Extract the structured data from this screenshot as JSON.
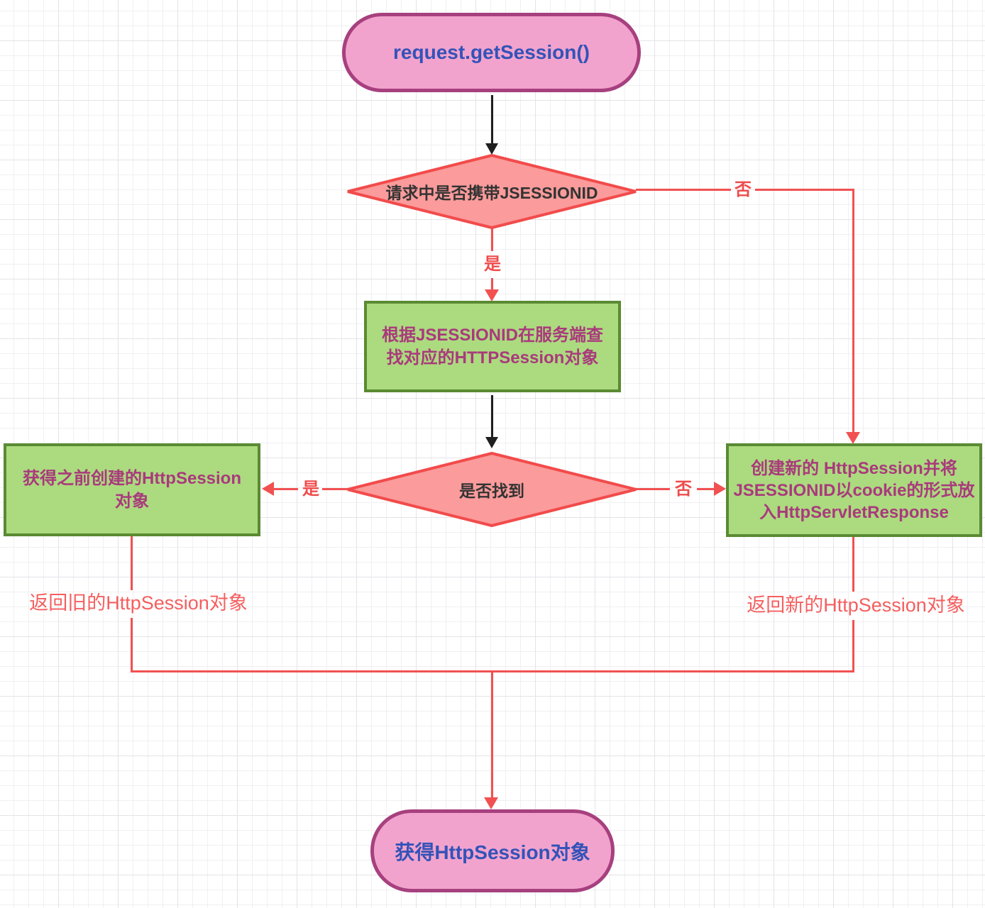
{
  "nodes": {
    "start": {
      "label": "request.getSession()"
    },
    "decision_has_jsessionid": {
      "label": "请求中是否携带JSESSIONID"
    },
    "process_lookup": {
      "label": "根据JSESSIONID在服务端查找对应的HTTPSession对象",
      "lines": [
        "根据JSESSIONID在服务端查",
        "找对应的HTTPSession对象"
      ]
    },
    "decision_found": {
      "label": "是否找到"
    },
    "process_get_old": {
      "label": "获得之前创建的HttpSession对象",
      "lines": [
        "获得之前创建的HttpSession",
        "对象"
      ]
    },
    "process_create_new": {
      "label": "创建新的 HttpSession并将JSESSIONID以cookie的形式放入HttpServletResponse",
      "lines": [
        "创建新的 HttpSession并将",
        "JSESSIONID以cookie的形式放",
        "入HttpServletResponse"
      ]
    },
    "end": {
      "label": "获得HttpSession对象"
    }
  },
  "edges": {
    "no_top": "否",
    "yes_top": "是",
    "yes_found": "是",
    "no_found": "否",
    "return_old": "返回旧的HttpSession对象",
    "return_new": "返回新的HttpSession对象"
  },
  "colors": {
    "terminal_fill": "#F2A3CD",
    "terminal_border": "#A7407F",
    "terminal_text": "#3353B8",
    "decision_fill": "#FB9B9B",
    "decision_border": "#F24B4B",
    "decision_text": "#333333",
    "process_fill": "#ACDA7F",
    "process_border": "#5A8A33",
    "process_text": "#A93A7C",
    "edge_red": "#F15151",
    "edge_black": "#1F1F1F"
  }
}
